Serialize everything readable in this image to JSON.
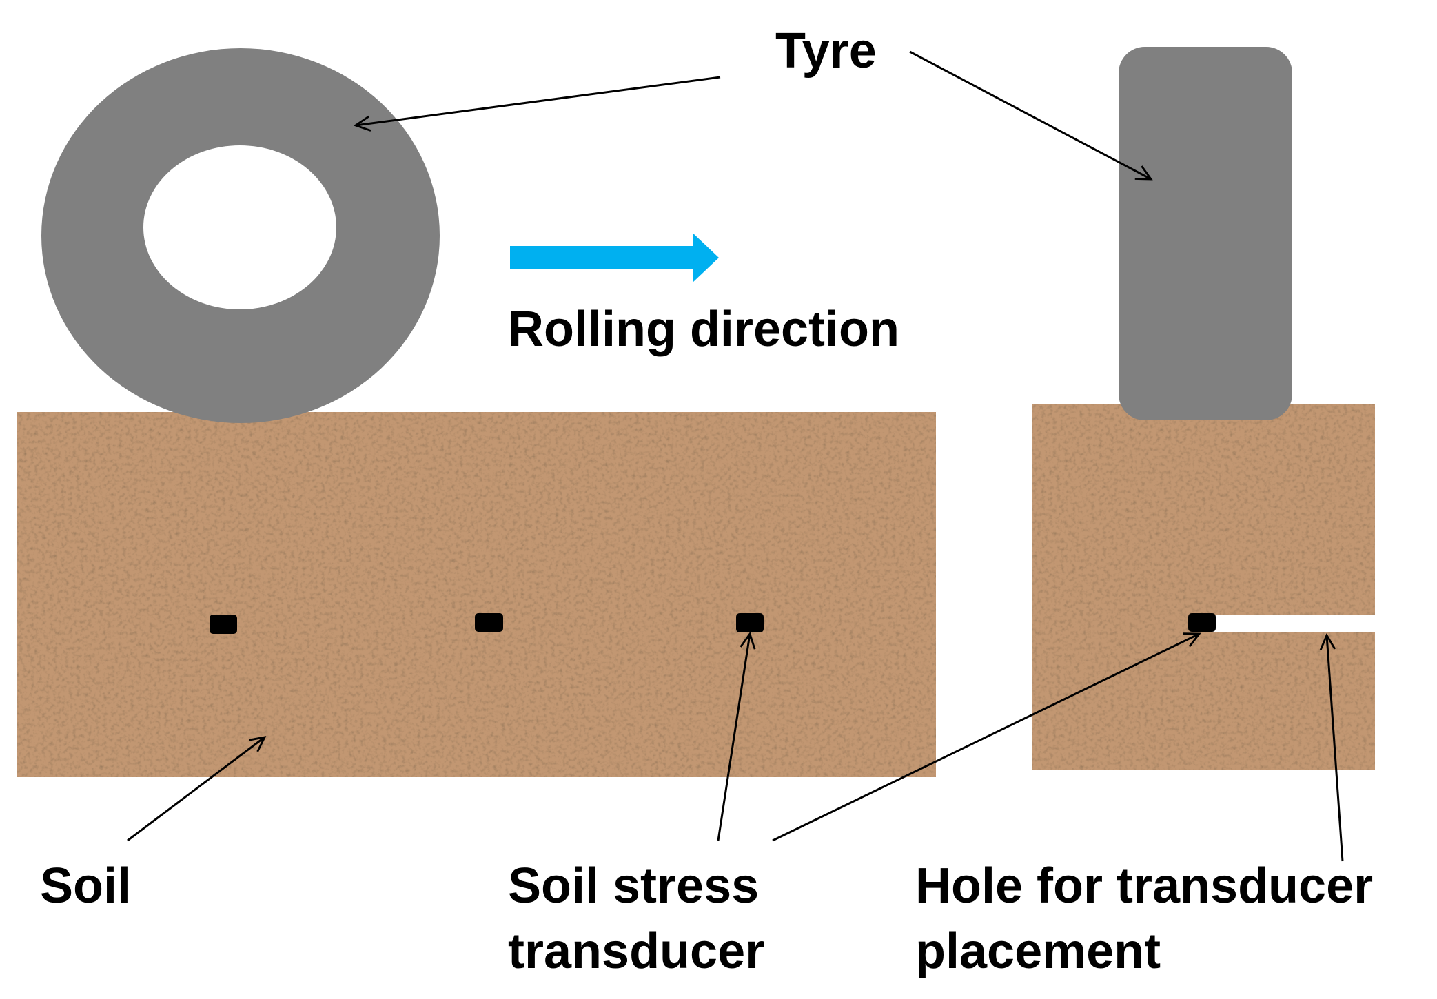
{
  "labels": {
    "tyre": "Tyre",
    "rolling_direction": "Rolling direction",
    "soil": "Soil",
    "transducer_line1": "Soil stress",
    "transducer_line2": "transducer",
    "hole_line1": "Hole for transducer",
    "hole_line2": "placement"
  },
  "colors": {
    "tyre": "#808080",
    "soil": "#c29772",
    "arrow": "#00b0f0",
    "transducer": "#000000",
    "background": "#ffffff"
  }
}
